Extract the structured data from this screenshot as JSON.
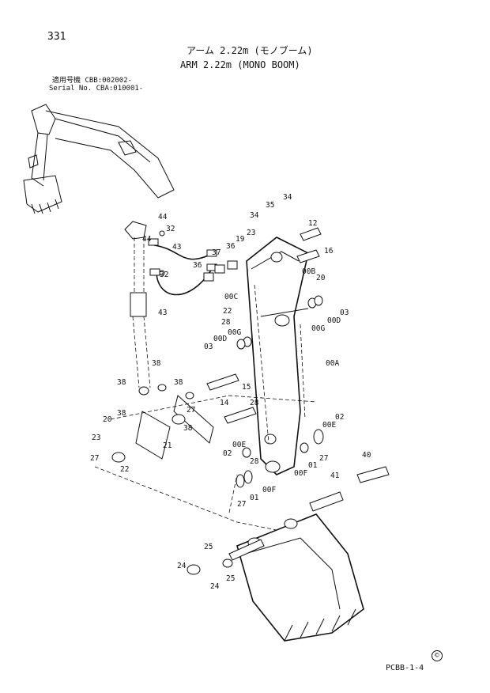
{
  "page_number": "331",
  "title_jp": "アーム 2.22m (モノブーム)",
  "title_en": "ARM 2.22m (MONO BOOM)",
  "serial_label_jp": "適用号機",
  "serial_value_jp": "CBB:002002-",
  "serial_label_en": "Serial No.",
  "serial_value_en": "CBA:010001-",
  "doc_code": "PCBB-1-4",
  "copyright_mark": "©",
  "callouts": [
    {
      "id": "c34a",
      "label": "34"
    },
    {
      "id": "c34b",
      "label": "34"
    },
    {
      "id": "c35",
      "label": "35"
    },
    {
      "id": "c12",
      "label": "12"
    },
    {
      "id": "c16",
      "label": "16"
    },
    {
      "id": "c23a",
      "label": "23"
    },
    {
      "id": "c19",
      "label": "19"
    },
    {
      "id": "c00B",
      "label": "00B"
    },
    {
      "id": "c20a",
      "label": "20"
    },
    {
      "id": "c44a",
      "label": "44"
    },
    {
      "id": "c32a",
      "label": "32"
    },
    {
      "id": "c44b",
      "label": "44"
    },
    {
      "id": "c43a",
      "label": "43"
    },
    {
      "id": "c37",
      "label": "37"
    },
    {
      "id": "c36a",
      "label": "36"
    },
    {
      "id": "c36b",
      "label": "36"
    },
    {
      "id": "c32b",
      "label": "32"
    },
    {
      "id": "c43b",
      "label": "43"
    },
    {
      "id": "c00C",
      "label": "00C"
    },
    {
      "id": "c22a",
      "label": "22"
    },
    {
      "id": "c28a",
      "label": "28"
    },
    {
      "id": "c00Ga",
      "label": "00G"
    },
    {
      "id": "c00Da",
      "label": "00D"
    },
    {
      "id": "c03a",
      "label": "03"
    },
    {
      "id": "c00Gb",
      "label": "00G"
    },
    {
      "id": "c00Db",
      "label": "00D"
    },
    {
      "id": "c03b",
      "label": "03"
    },
    {
      "id": "c00A",
      "label": "00A"
    },
    {
      "id": "c38a",
      "label": "38"
    },
    {
      "id": "c38b",
      "label": "38"
    },
    {
      "id": "c38c",
      "label": "38"
    },
    {
      "id": "c15",
      "label": "15"
    },
    {
      "id": "c38d",
      "label": "38"
    },
    {
      "id": "c14",
      "label": "14"
    },
    {
      "id": "c28b",
      "label": "28"
    },
    {
      "id": "c20b",
      "label": "20"
    },
    {
      "id": "c27a",
      "label": "27"
    },
    {
      "id": "c38e",
      "label": "38"
    },
    {
      "id": "c23b",
      "label": "23"
    },
    {
      "id": "c21",
      "label": "21"
    },
    {
      "id": "c27b",
      "label": "27"
    },
    {
      "id": "c22b",
      "label": "22"
    },
    {
      "id": "c02a",
      "label": "02"
    },
    {
      "id": "c00E",
      "label": "00E"
    },
    {
      "id": "c02b",
      "label": "02"
    },
    {
      "id": "c00Ea",
      "label": "00E"
    },
    {
      "id": "c28c",
      "label": "28"
    },
    {
      "id": "c00Fa",
      "label": "00F"
    },
    {
      "id": "c01a",
      "label": "01"
    },
    {
      "id": "c27c",
      "label": "27"
    },
    {
      "id": "c40",
      "label": "40"
    },
    {
      "id": "c41",
      "label": "41"
    },
    {
      "id": "c01b",
      "label": "01"
    },
    {
      "id": "c00Fb",
      "label": "00F"
    },
    {
      "id": "c27d",
      "label": "27"
    },
    {
      "id": "c25a",
      "label": "25"
    },
    {
      "id": "c24a",
      "label": "24"
    },
    {
      "id": "c24b",
      "label": "24"
    },
    {
      "id": "c25b",
      "label": "25"
    }
  ]
}
